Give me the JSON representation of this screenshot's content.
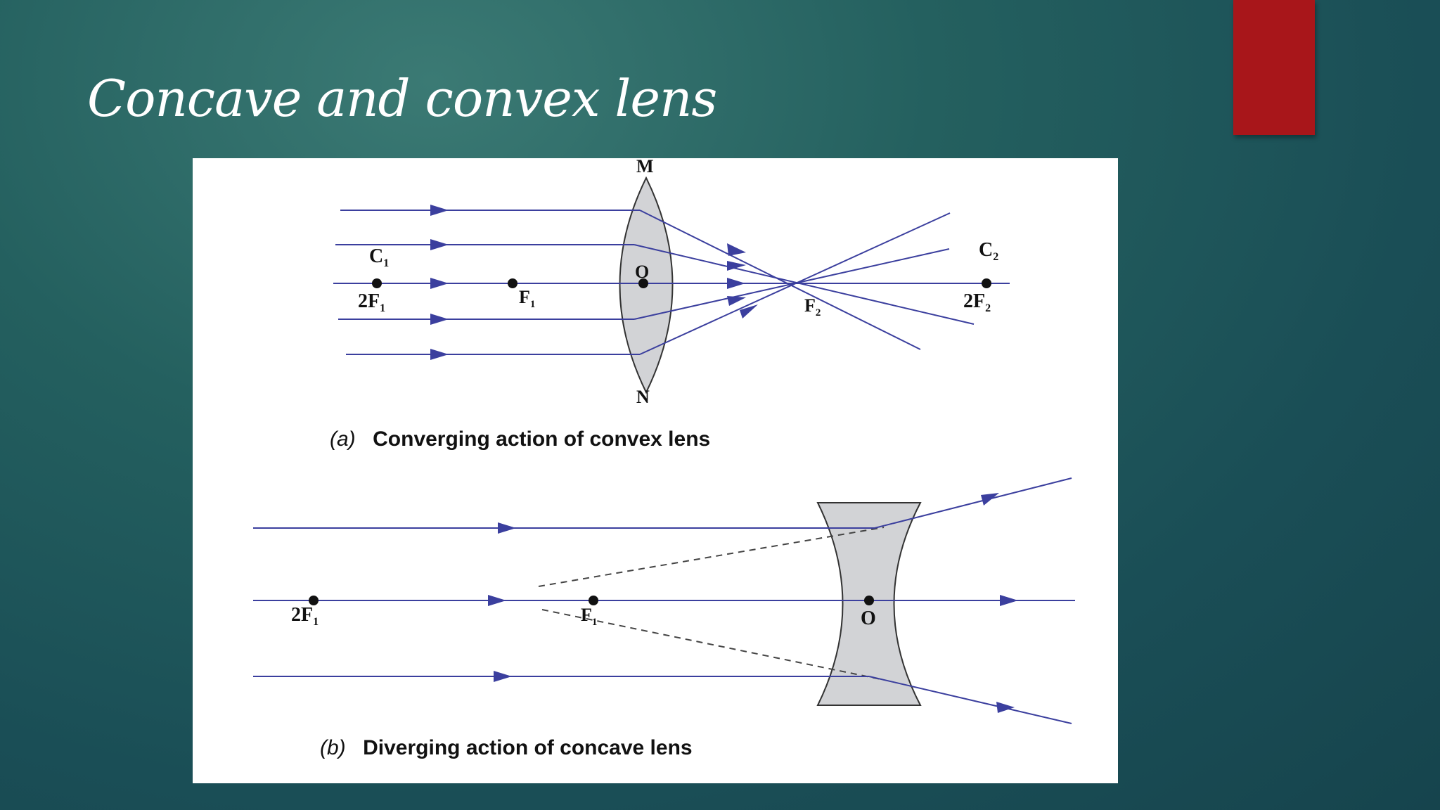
{
  "slide": {
    "title": "Concave and convex lens"
  },
  "figure": {
    "part_a": {
      "label_M": "M",
      "label_N": "N",
      "label_O": "O",
      "label_C1": "C",
      "label_C1_sub": "1",
      "label_2F1": "2F",
      "label_2F1_sub": "1",
      "label_F1": "F",
      "label_F1_sub": "1",
      "label_F2": "F",
      "label_F2_sub": "2",
      "label_C2": "C",
      "label_C2_sub": "2",
      "label_2F2": "2F",
      "label_2F2_sub": "2",
      "caption_tag": "(a)",
      "caption_text": "Converging action of convex lens"
    },
    "part_b": {
      "label_2F1": "2F",
      "label_2F1_sub": "1",
      "label_F1": "F",
      "label_F1_sub": "1",
      "label_O": "O",
      "caption_tag": "(b)",
      "caption_text": "Diverging action of concave lens"
    },
    "colors": {
      "ray": "#3b3f9e",
      "lens_fill": "#d2d3d6",
      "lens_stroke": "#333333",
      "dashed": "#444444"
    }
  }
}
